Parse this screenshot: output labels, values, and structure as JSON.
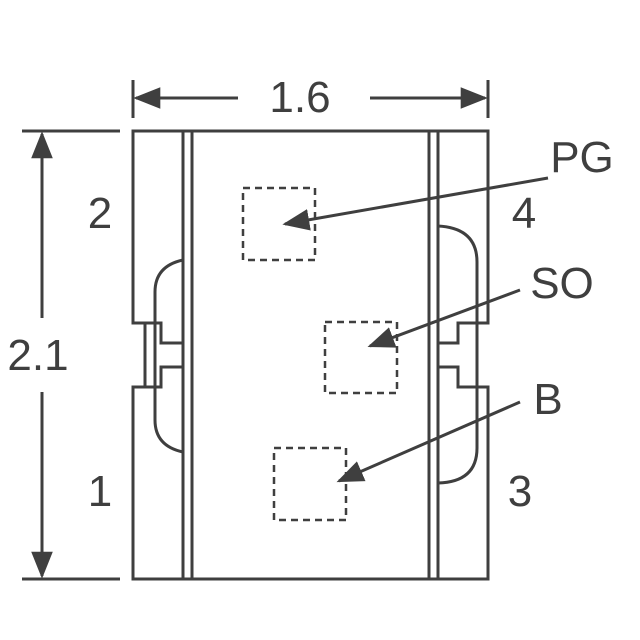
{
  "dimensions": {
    "width": "1.6",
    "height": "2.1"
  },
  "pins": {
    "pin1": "1",
    "pin2": "2",
    "pin3": "3",
    "pin4": "4"
  },
  "callouts": {
    "pg": "PG",
    "so": "SO",
    "b": "B"
  },
  "colors": {
    "line": "#3f3f3f"
  }
}
